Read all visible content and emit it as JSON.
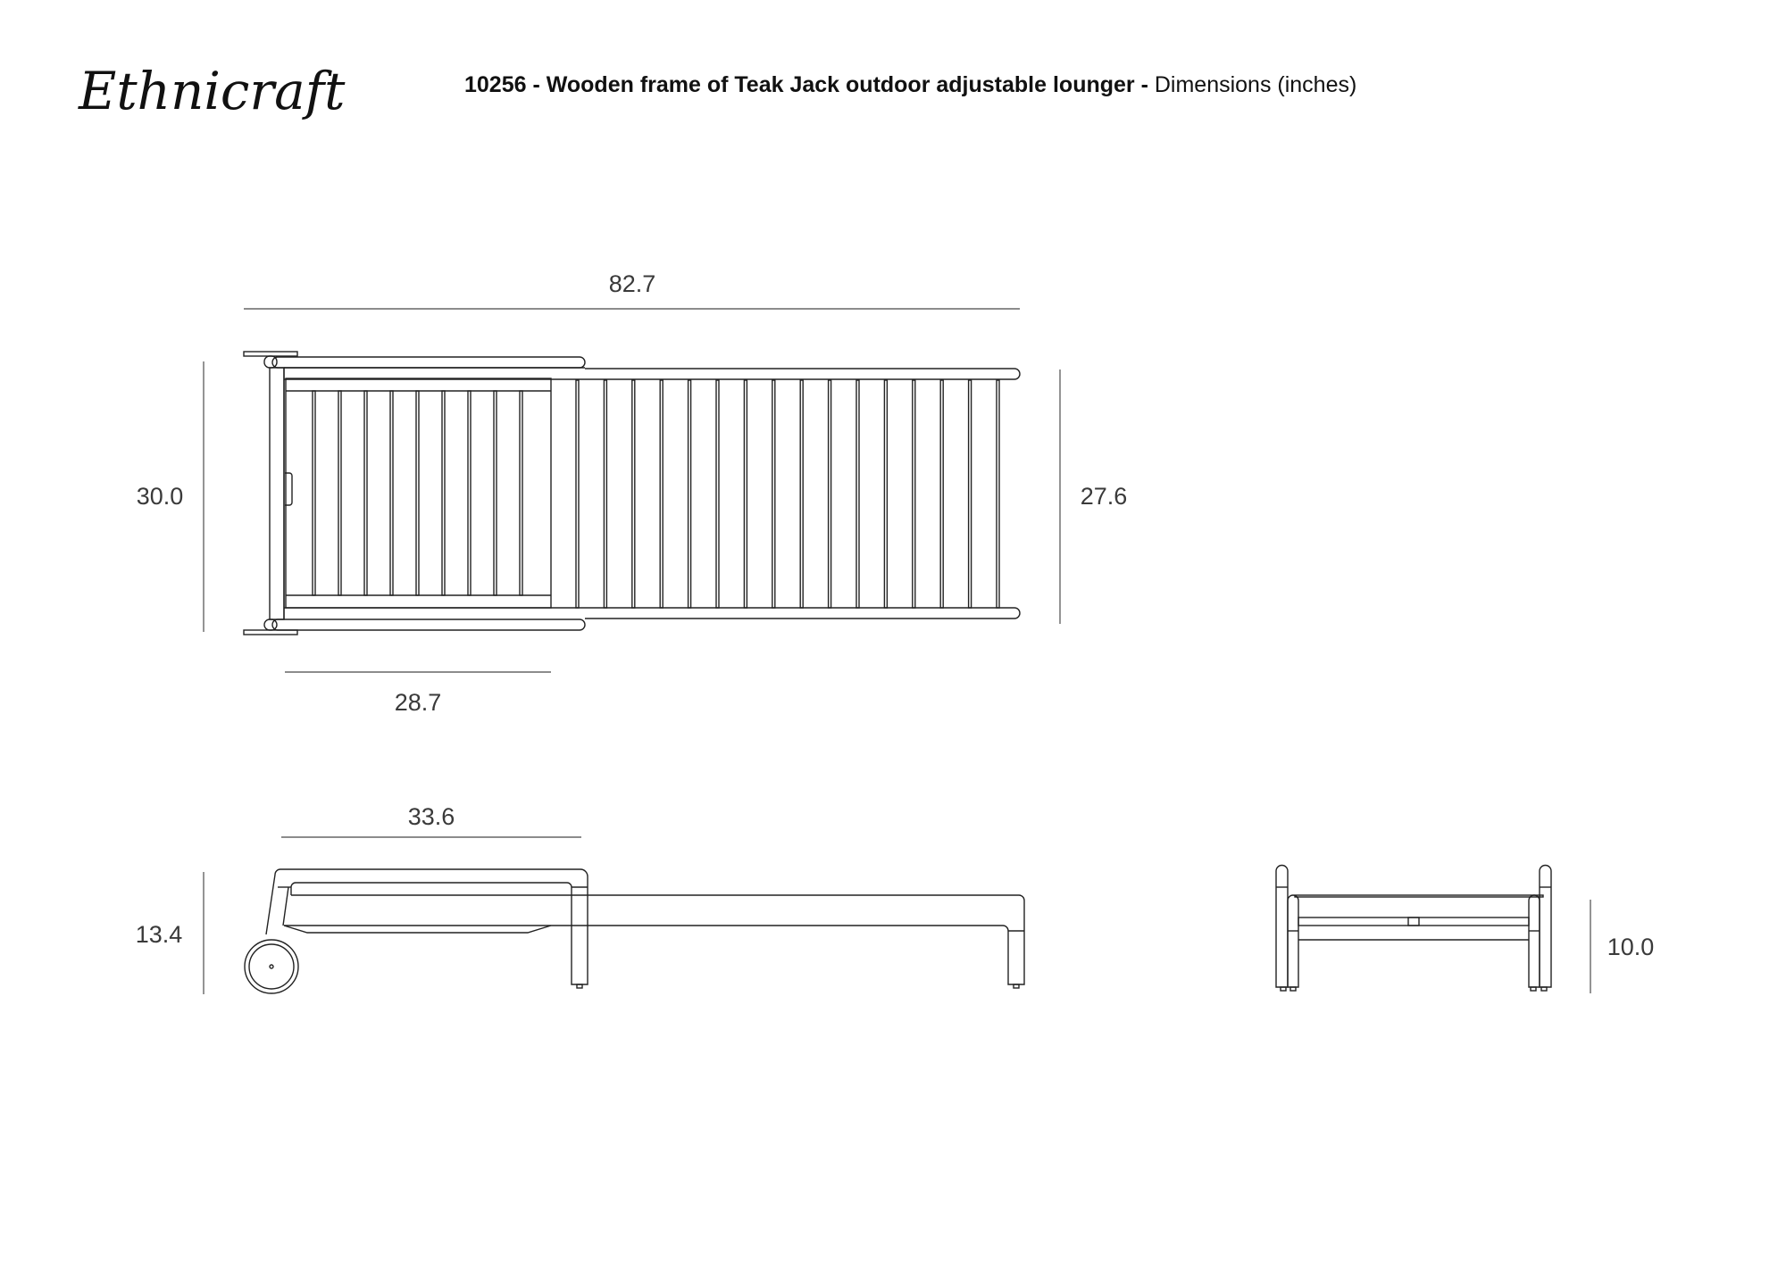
{
  "brand": {
    "logo_text": "Ethnicraft"
  },
  "header": {
    "title_bold": "10256 - Wooden frame of Teak Jack outdoor adjustable lounger -",
    "title_regular": " Dimensions (inches)"
  },
  "dimensions": {
    "overall_length": "82.7",
    "overall_width": "30.0",
    "seat_width": "27.6",
    "backrest_length": "28.7",
    "backrest_depth": "33.6",
    "overall_height": "13.4",
    "seat_height": "10.0"
  },
  "drawing": {
    "backrest_slats": 9,
    "seat_slats": 16
  }
}
